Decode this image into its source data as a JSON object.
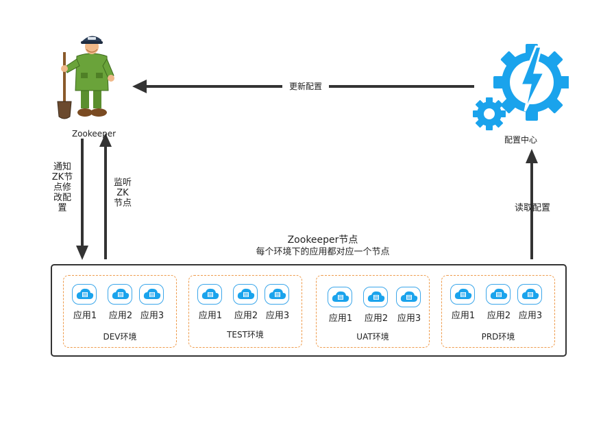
{
  "top": {
    "zookeeper_label": "Zookeeper",
    "config_center_label": "配置中心",
    "update_config_label": "更新配置",
    "notify_label": [
      "通知",
      "ZK节",
      "点修",
      "改配",
      "置"
    ],
    "listen_label": [
      "监听",
      "ZK",
      "节点"
    ],
    "read_config_label": "读取配置"
  },
  "nodes": {
    "title": "Zookeeper节点",
    "subtitle": "每个环境下的应用都对应一个节点"
  },
  "environments": [
    {
      "name": "DEV环境",
      "apps": [
        "应用1",
        "应用2",
        "应用3"
      ]
    },
    {
      "name": "TEST环境",
      "apps": [
        "应用1",
        "应用2",
        "应用3"
      ]
    },
    {
      "name": "UAT环境",
      "apps": [
        "应用1",
        "应用2",
        "应用3"
      ]
    },
    {
      "name": "PRD环境",
      "apps": [
        "应用1",
        "应用2",
        "应用3"
      ]
    }
  ],
  "icons": {
    "zookeeper": "zookeeper-mascot-icon",
    "config_center": "gear-lightning-icon",
    "app": "cloud-server-icon"
  },
  "colors": {
    "accent_blue": "#1aa3ec",
    "dashed_orange": "#ee9a4a",
    "arrow_dark": "#333333"
  }
}
